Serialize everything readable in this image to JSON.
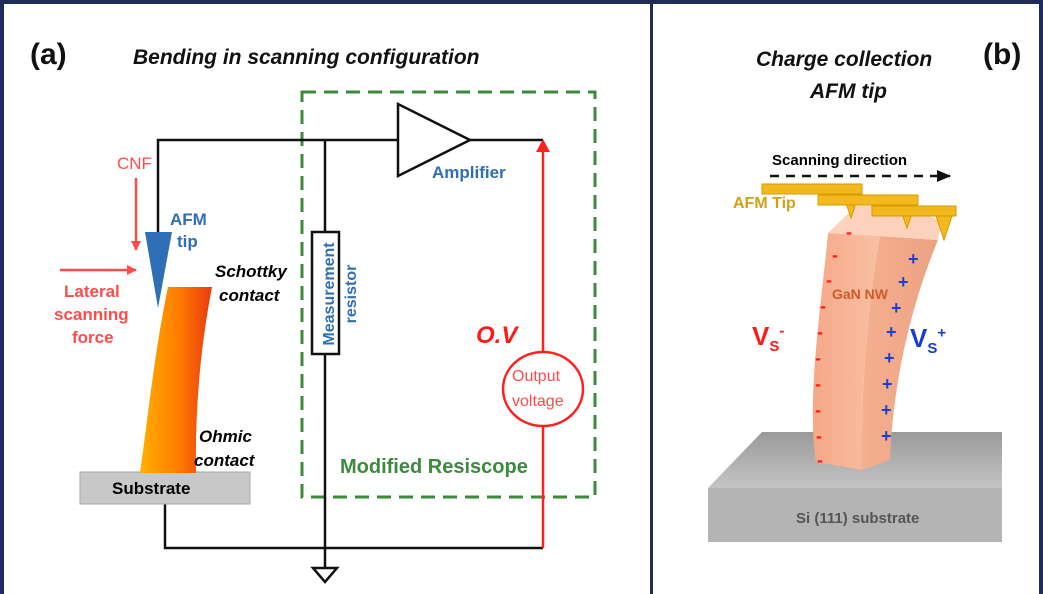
{
  "panel_a": {
    "letter": "(a)",
    "title": "Bending in scanning configuration",
    "cnf": "CNF",
    "afm_tip_line1": "AFM",
    "afm_tip_line2": "tip",
    "lateral_line1": "Lateral",
    "lateral_line2": "scanning",
    "lateral_line3": "force",
    "schottky_line1": "Schottky",
    "schottky_line2": "contact",
    "ohmic_line1": "Ohmic",
    "ohmic_line2": "contact",
    "substrate": "Substrate",
    "measurement_line1": "Measurement",
    "measurement_line2": "resistor",
    "amplifier": "Amplifier",
    "ov": "O.V",
    "output_line1": "Output",
    "output_line2": "voltage",
    "modified_resiscope": "Modified Resiscope"
  },
  "panel_b": {
    "letter": "(b)",
    "title_line1": "Charge collection",
    "title_line2": "AFM tip",
    "scanning_direction": "Scanning direction",
    "afm_tip": "AFM Tip",
    "gan_nw": "GaN NW",
    "vs_minus_base": "V",
    "vs_minus_sub": "S",
    "vs_minus_sup": "-",
    "vs_plus_base": "V",
    "vs_plus_sub": "S",
    "vs_plus_sup": "+",
    "minus_sign": "-",
    "plus_sign": "+",
    "substrate": "Si (111) substrate"
  },
  "colors": {
    "navy": "#1f2b5a",
    "red": "#ff4b4b",
    "blue": "#2e6fb5",
    "green": "#3c8a3c",
    "gold": "#d4a017"
  }
}
